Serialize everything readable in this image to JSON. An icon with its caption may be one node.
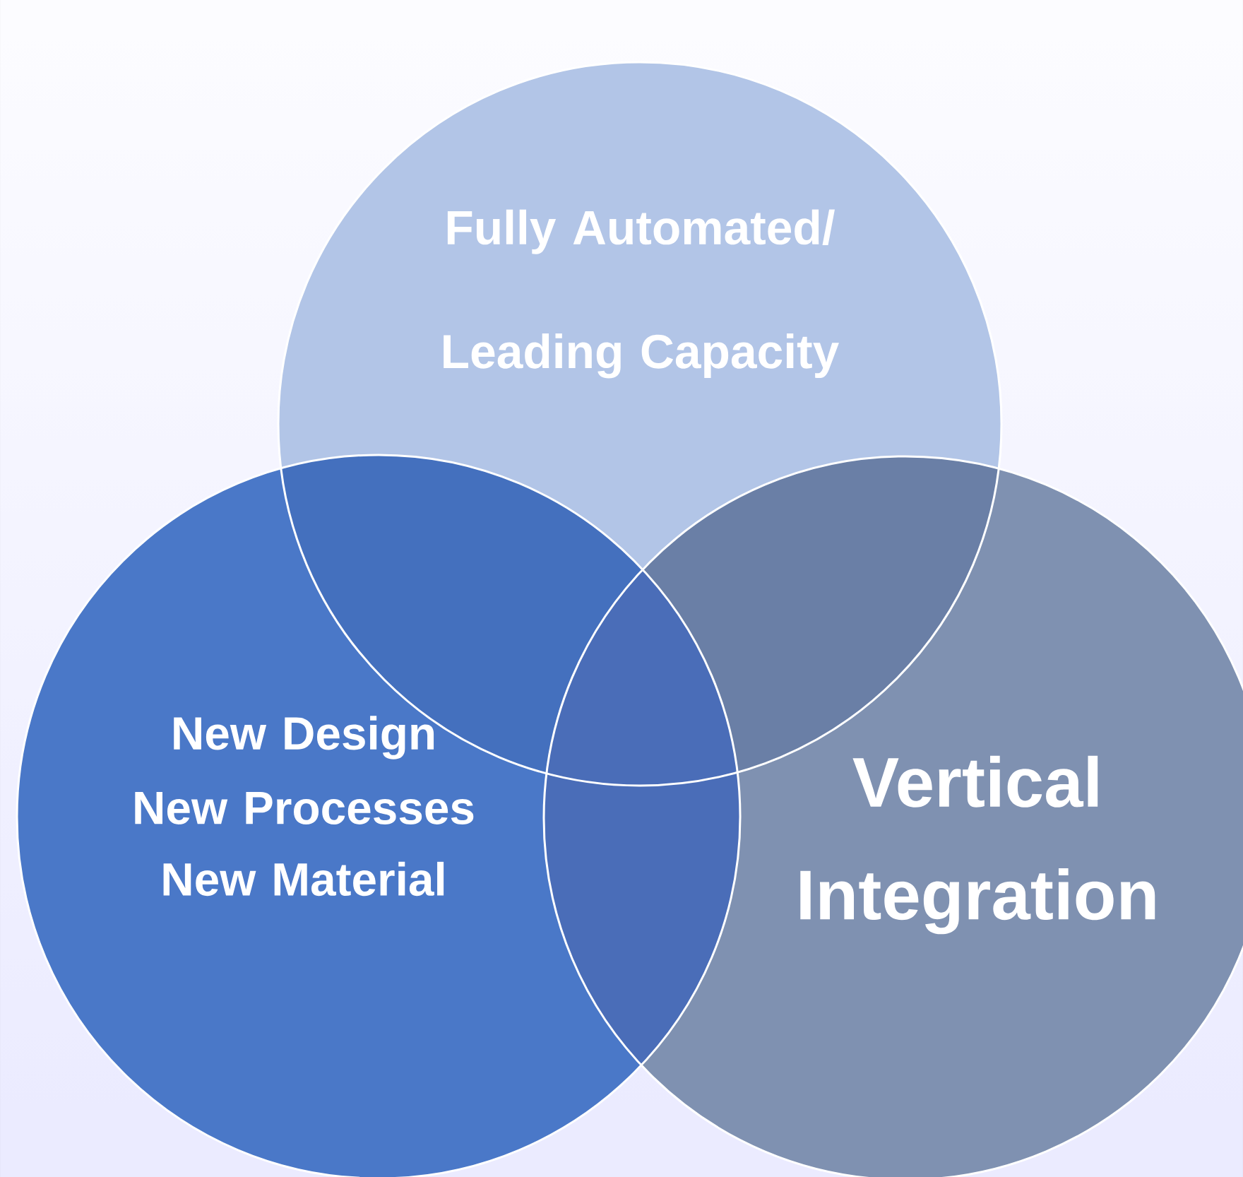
{
  "diagram": {
    "nodes": [
      {
        "text": [
          "Fully Automated/ Leading Capacity"
        ]
      },
      {
        "text": [
          "New Design",
          "New Processes",
          "New Material"
        ]
      },
      {
        "text": [
          "Vertical Integration"
        ]
      }
    ]
  }
}
